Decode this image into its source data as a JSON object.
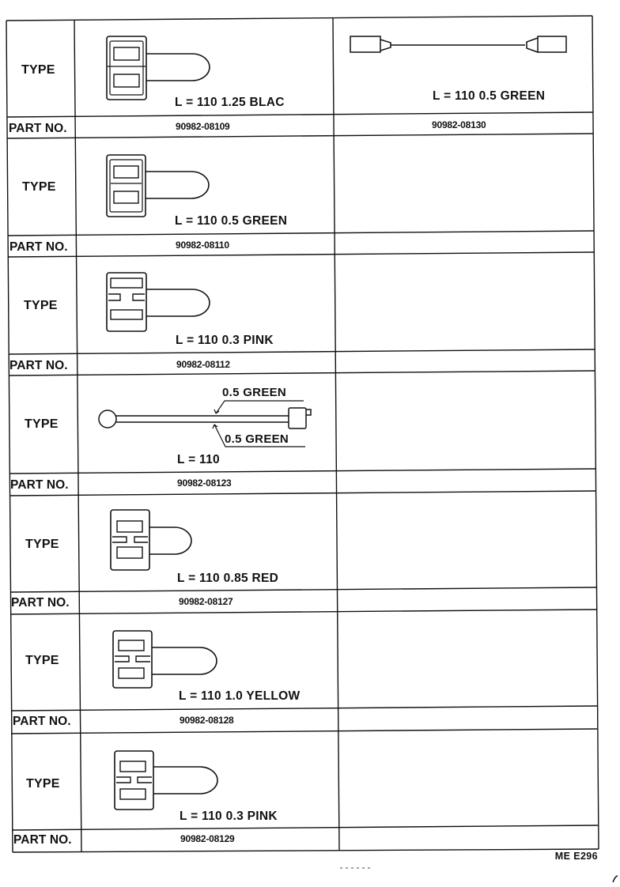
{
  "labels": {
    "type": "TYPE",
    "part_no": "PART NO."
  },
  "rows": [
    {
      "spec": "L = 110    1.25    BLAC",
      "part_no": "90982-08109"
    },
    {
      "spec": "L = 110    0.5    GREEN",
      "part_no": "90982-08110"
    },
    {
      "spec": "L = 110    0.3    PINK",
      "part_no": "90982-08112"
    },
    {
      "spec": "L = 110",
      "part_no": "90982-08123",
      "wire_upper": "0.5   GREEN",
      "wire_lower": "0.5   GREEN"
    },
    {
      "spec": "L = 110    0.85    RED",
      "part_no": "90982-08127"
    },
    {
      "spec": "L = 110    1.0    YELLOW",
      "part_no": "90982-08128"
    },
    {
      "spec": "L = 110    0.3    PINK",
      "part_no": "90982-08129"
    }
  ],
  "right_column": [
    {
      "spec": "L = 110    0.5    GREEN",
      "part_no": "90982-08130"
    }
  ],
  "footer": "ME  E296"
}
